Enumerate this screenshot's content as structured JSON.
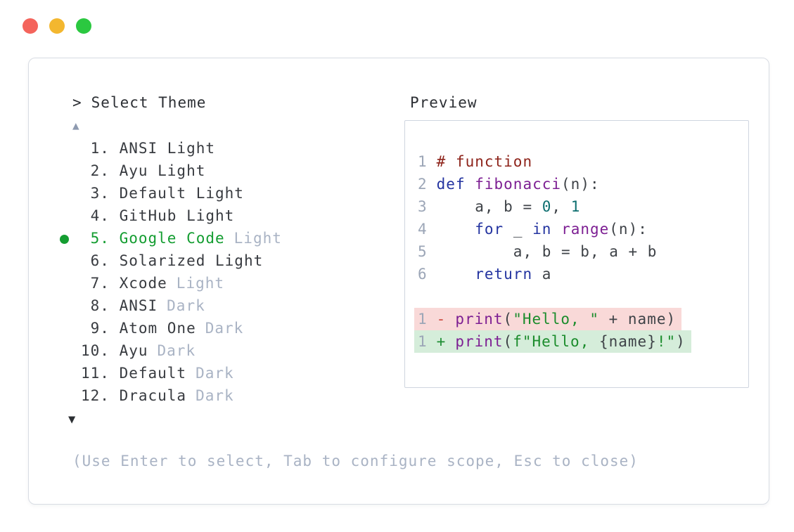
{
  "picker": {
    "caret": ">",
    "title": "Select Theme",
    "scroll_up_icon": "▲",
    "scroll_down_icon": "▼",
    "items": [
      {
        "prefix": " 1. ",
        "name": "ANSI Light",
        "variant": "",
        "selected": false
      },
      {
        "prefix": " 2. ",
        "name": "Ayu Light",
        "variant": "",
        "selected": false
      },
      {
        "prefix": " 3. ",
        "name": "Default Light",
        "variant": "",
        "selected": false
      },
      {
        "prefix": " 4. ",
        "name": "GitHub Light",
        "variant": "",
        "selected": false
      },
      {
        "prefix": " 5. ",
        "name": "Google Code",
        "variant": "Light",
        "selected": true
      },
      {
        "prefix": " 6. ",
        "name": "Solarized Light",
        "variant": "",
        "selected": false
      },
      {
        "prefix": " 7. ",
        "name": "Xcode",
        "variant": "Light",
        "selected": false
      },
      {
        "prefix": " 8. ",
        "name": "ANSI",
        "variant": "Dark",
        "selected": false
      },
      {
        "prefix": " 9. ",
        "name": "Atom One",
        "variant": "Dark",
        "selected": false
      },
      {
        "prefix": "10. ",
        "name": "Ayu",
        "variant": "Dark",
        "selected": false
      },
      {
        "prefix": "11. ",
        "name": "Default",
        "variant": "Dark",
        "selected": false
      },
      {
        "prefix": "12. ",
        "name": "Dracula",
        "variant": "Dark",
        "selected": false
      }
    ],
    "hint": "(Use Enter to select, Tab to configure scope, Esc to close)"
  },
  "preview": {
    "label": "Preview",
    "code_lines": [
      {
        "num": "1",
        "segments": [
          {
            "text": "# function",
            "type": "com"
          }
        ]
      },
      {
        "num": "2",
        "segments": [
          {
            "text": "def ",
            "type": "kwd"
          },
          {
            "text": "fibonacci",
            "type": "typ"
          },
          {
            "text": "(n):",
            "type": "pln"
          }
        ]
      },
      {
        "num": "3",
        "segments": [
          {
            "text": "    a, b = ",
            "type": "pln"
          },
          {
            "text": "0",
            "type": "lit"
          },
          {
            "text": ", ",
            "type": "pln"
          },
          {
            "text": "1",
            "type": "lit"
          }
        ]
      },
      {
        "num": "4",
        "segments": [
          {
            "text": "    ",
            "type": "pln"
          },
          {
            "text": "for",
            "type": "kwd"
          },
          {
            "text": " _ ",
            "type": "pln"
          },
          {
            "text": "in",
            "type": "kwd"
          },
          {
            "text": " ",
            "type": "pln"
          },
          {
            "text": "range",
            "type": "typ"
          },
          {
            "text": "(n):",
            "type": "pln"
          }
        ]
      },
      {
        "num": "5",
        "segments": [
          {
            "text": "        a, b = b, a + b",
            "type": "pln"
          }
        ]
      },
      {
        "num": "6",
        "segments": [
          {
            "text": "    ",
            "type": "pln"
          },
          {
            "text": "return",
            "type": "kwd"
          },
          {
            "text": " a",
            "type": "pln"
          }
        ]
      }
    ],
    "diff_lines": [
      {
        "num": "1",
        "marker": "-",
        "kind": "removed",
        "segments": [
          {
            "text": "print",
            "type": "typ"
          },
          {
            "text": "(",
            "type": "pln"
          },
          {
            "text": "\"Hello, \"",
            "type": "str"
          },
          {
            "text": " + name)",
            "type": "pln"
          }
        ]
      },
      {
        "num": "1",
        "marker": "+",
        "kind": "added",
        "segments": [
          {
            "text": "print",
            "type": "typ"
          },
          {
            "text": "(",
            "type": "pln"
          },
          {
            "text": "f\"Hello, ",
            "type": "str"
          },
          {
            "text": "{name}",
            "type": "pln"
          },
          {
            "text": "!\"",
            "type": "str"
          },
          {
            "text": ")",
            "type": "pln"
          }
        ]
      }
    ]
  },
  "colors": {
    "accent_green": "#149d31",
    "primary_text": "#383b40",
    "secondary_text": "#a9b3c4",
    "panel_border": "#d8dce3",
    "preview_border": "#cfd5df",
    "line_number": "#9ca6b7",
    "scroll_up_arrow": "#8e9ab0",
    "scroll_down_arrow": "#2c2f33",
    "token_comment": "#8e241b",
    "token_keyword": "#2434a0",
    "token_type": "#7d1f93",
    "token_literal": "#0e6f70",
    "token_string": "#1b8c2c",
    "token_plain": "#3e4247",
    "diff_removed_bg": "#f9d9d8",
    "diff_added_bg": "#d5edda",
    "diff_minus_marker": "#cc4a40",
    "diff_plus_marker": "#1e8d33",
    "traffic_red": "#f4645c",
    "traffic_yellow": "#f3b72f",
    "traffic_green": "#2bc840"
  }
}
